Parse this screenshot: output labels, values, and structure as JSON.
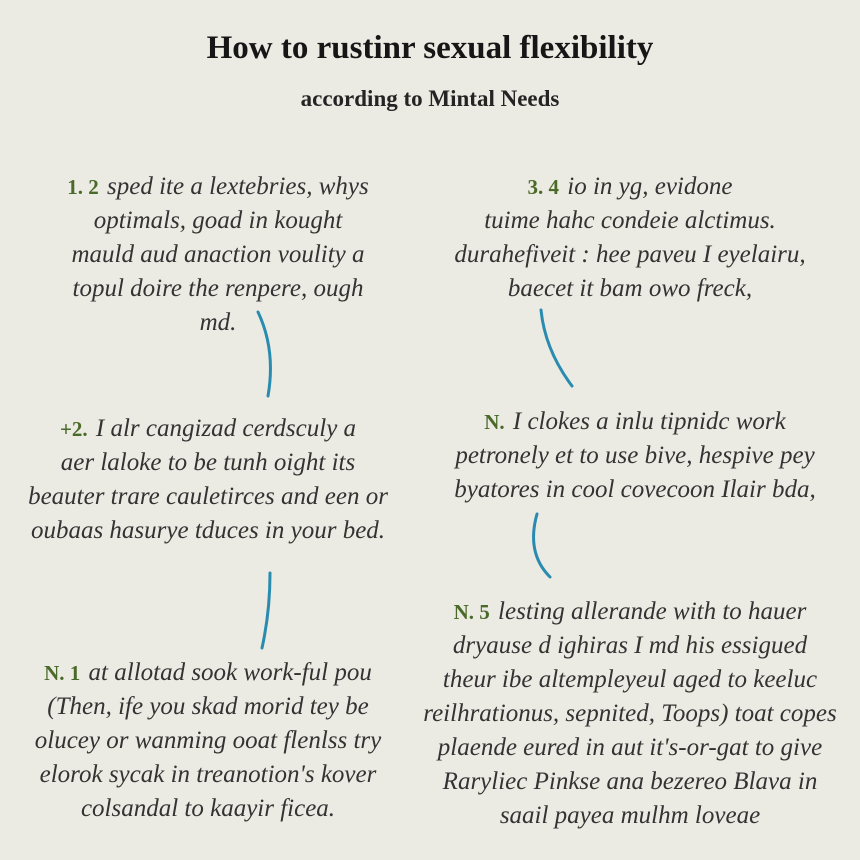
{
  "title": "How to rustinr sexual flexibility",
  "subtitle": "according to Mintal Needs",
  "blocks": [
    {
      "number": "1. 2",
      "lines": [
        "sped ite a lextebries, whys",
        "optimals, goad in kought",
        "mauld aud anaction voulity a",
        "topul doire the renpere, ough",
        "md."
      ]
    },
    {
      "number": "3. 4",
      "lines": [
        "io in yg, evidone",
        "tuime hahc condeie alctimus.",
        "durahefiveit : hee paveu I eyelairu,",
        "baecet it bam owo freck,"
      ]
    },
    {
      "number": "+2.",
      "lines": [
        "I alr cangizad cerdsculy a",
        "aer laloke to be tunh oight its",
        "beauter trare cauletirces and een or",
        "oubaas hasurye tduces in your bed."
      ]
    },
    {
      "number": "N.",
      "lines": [
        "I clokes a inlu tipnidc work",
        "petronely et to use bive, hespive pey",
        "byatores in cool covecoon Ilair bda,"
      ]
    },
    {
      "number": "N. 1",
      "lines": [
        "at allotad sook work-ful pou",
        "(Then, ife you skad morid tey be",
        "olucey or wanming ooat flenlss try",
        "elorok sycak in treanotion's kover",
        "colsandal to kaayir ficea."
      ]
    },
    {
      "number": "N. 5",
      "lines": [
        "lesting allerande with to hauer",
        "dryause d ighiras I md his essigued",
        "theur ibe altempleyeul aged to keeluc",
        "reilhrationus, sepnited, Toops) toat copes",
        "plaende eured in aut it's-or-gat to give",
        "Raryliec Pinkse ana bezereo Blava in",
        "saail payea mulhm loveae"
      ]
    }
  ]
}
